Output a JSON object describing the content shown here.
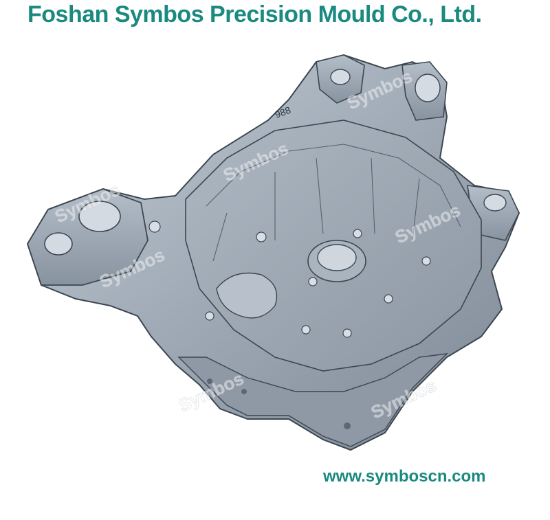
{
  "header": {
    "company_name": "Foshan Symbos Precision Mould Co., Ltd."
  },
  "footer": {
    "website": "www.symboscn.com"
  },
  "image": {
    "subject": "die-cast-housing-3d-render",
    "watermark_text": "Symbos",
    "part_marking": "988"
  },
  "colors": {
    "brand_text": "#1a8a80",
    "metal_base": "#9aa6b2",
    "metal_edge": "#3c4650",
    "background": "#ffffff"
  }
}
